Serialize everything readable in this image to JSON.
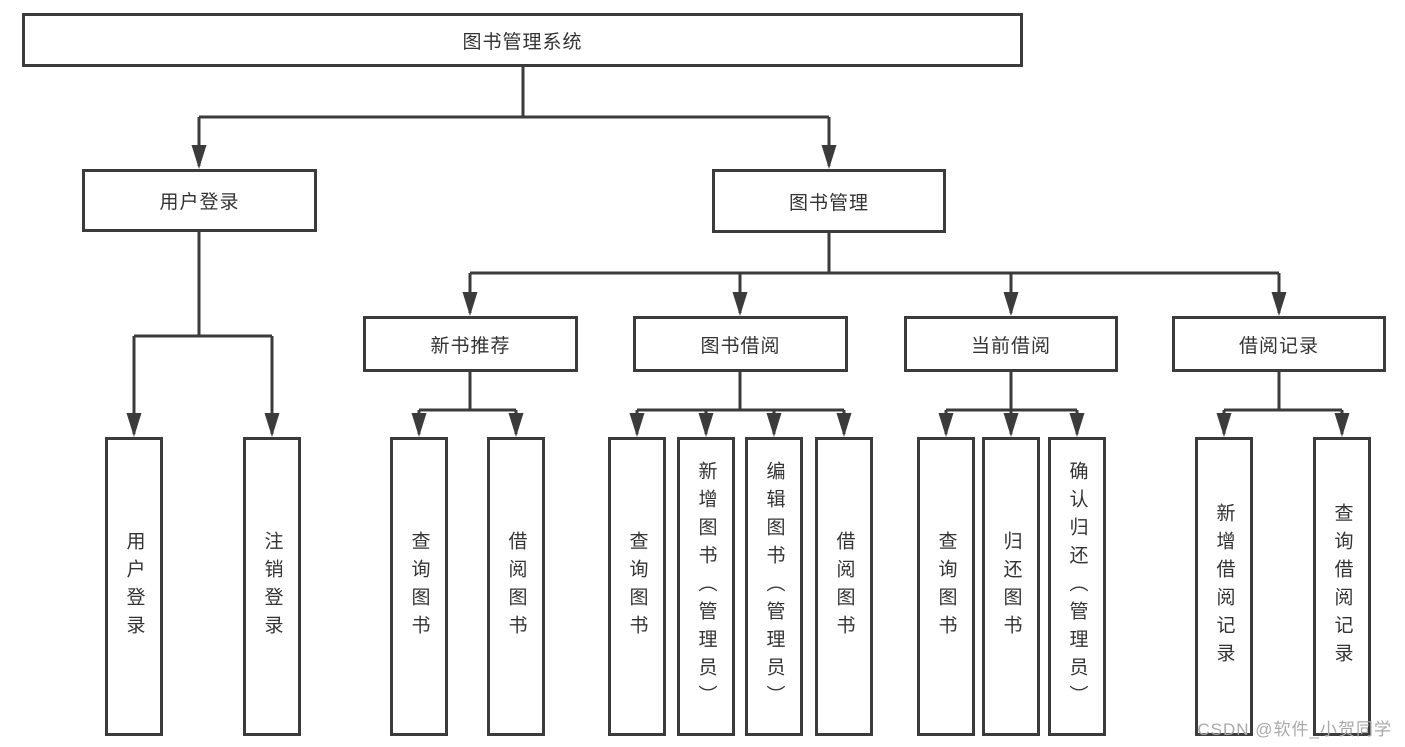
{
  "diagram": {
    "root": {
      "label": "图书管理系统",
      "children": [
        {
          "label": "用户登录",
          "children": [
            {
              "label": "用户登录"
            },
            {
              "label": "注销登录"
            }
          ]
        },
        {
          "label": "图书管理",
          "children": [
            {
              "label": "新书推荐",
              "children": [
                {
                  "label": "查询图书"
                },
                {
                  "label": "借阅图书"
                }
              ]
            },
            {
              "label": "图书借阅",
              "children": [
                {
                  "label": "查询图书"
                },
                {
                  "label": "新增图书（管理员）"
                },
                {
                  "label": "编辑图书（管理员）"
                },
                {
                  "label": "借阅图书"
                }
              ]
            },
            {
              "label": "当前借阅",
              "children": [
                {
                  "label": "查询图书"
                },
                {
                  "label": "归还图书"
                },
                {
                  "label": "确认归还（管理员）"
                }
              ]
            },
            {
              "label": "借阅记录",
              "children": [
                {
                  "label": "新增借阅记录"
                },
                {
                  "label": "查询借阅记录"
                }
              ]
            }
          ]
        }
      ]
    },
    "line_color": "#3b3b3b",
    "text_color": "#333333"
  },
  "watermark": {
    "text": "CSDN @软件_小贺同学"
  }
}
